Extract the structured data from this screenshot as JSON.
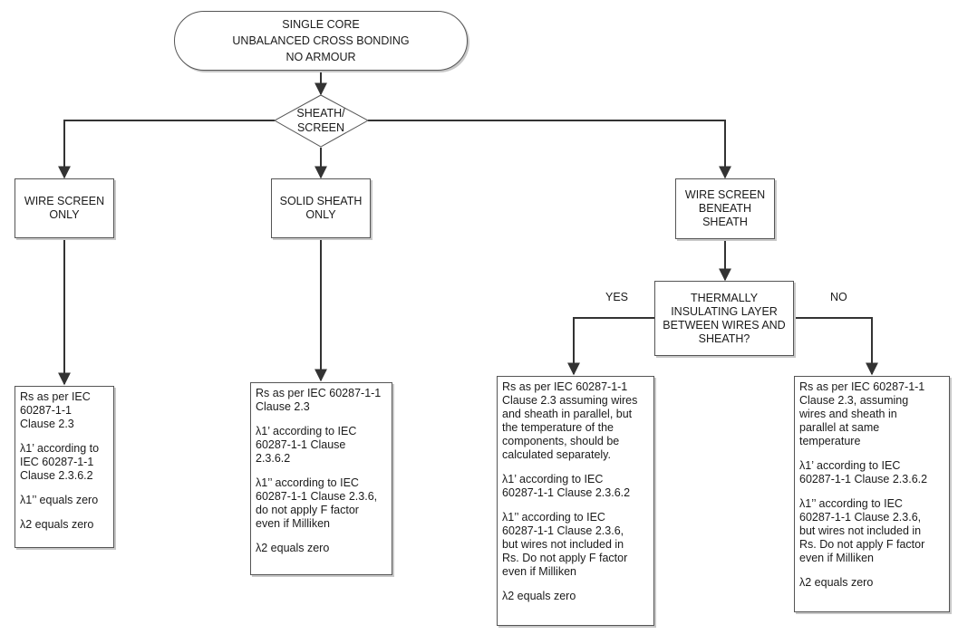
{
  "start": {
    "label": "SINGLE CORE\nUNBALANCED CROSS BONDING\nNO ARMOUR"
  },
  "decision_sheath": {
    "label": "SHEATH/\nSCREEN"
  },
  "wire_screen_only": {
    "label": "WIRE SCREEN\nONLY"
  },
  "solid_sheath_only": {
    "label": "SOLID SHEATH\nONLY"
  },
  "wire_screen_beneath": {
    "label": "WIRE SCREEN\nBENEATH\nSHEATH"
  },
  "thermal_decision": {
    "label": "THERMALLY\nINSULATING LAYER\nBETWEEN WIRES AND\nSHEATH?"
  },
  "branch_labels": {
    "yes": "YES",
    "no": "NO"
  },
  "results": {
    "wire_screen": [
      "Rs as per IEC\n60287-1-1\nClause 2.3",
      "λ1’ according to\nIEC 60287-1-1\nClause 2.3.6.2",
      "λ1’’ equals zero",
      "λ2 equals zero"
    ],
    "solid_sheath": [
      "Rs as per IEC 60287-1-1\nClause 2.3",
      "λ1’ according to IEC\n60287-1-1 Clause\n2.3.6.2",
      "λ1’’ according to IEC\n60287-1-1 Clause 2.3.6,\ndo not apply F factor\neven if Milliken",
      "λ2 equals zero"
    ],
    "yes_branch": [
      "Rs as per IEC 60287-1-1\nClause 2.3 assuming wires\nand sheath in parallel, but\nthe temperature of the\ncomponents, should be\ncalculated separately.",
      "λ1’ according to IEC\n60287-1-1 Clause 2.3.6.2",
      "λ1’’ according to IEC\n60287-1-1 Clause 2.3.6,\nbut wires not included in\nRs.  Do not apply F factor\neven if Milliken",
      "λ2 equals zero"
    ],
    "no_branch": [
      "Rs as per IEC 60287-1-1\nClause 2.3, assuming\nwires and sheath in\nparallel at same\ntemperature",
      "λ1’ according to IEC\n60287-1-1 Clause 2.3.6.2",
      "λ1’’ according to IEC\n60287-1-1 Clause 2.3.6,\nbut wires not included in\nRs.  Do not apply F factor\neven if Milliken",
      "λ2 equals zero"
    ]
  }
}
